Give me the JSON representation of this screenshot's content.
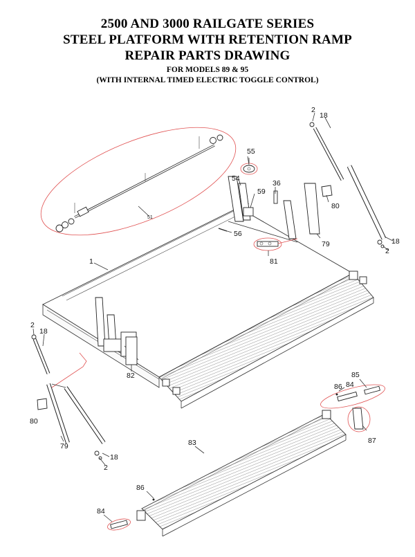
{
  "header": {
    "line1": "2500 AND 3000 RAILGATE SERIES",
    "line2": "STEEL PLATFORM WITH RETENTION RAMP",
    "line3": "REPAIR PARTS DRAWING",
    "line4": "FOR MODELS 89 & 95",
    "line5": "(WITH INTERNAL TIMED ELECTRIC TOGGLE CONTROL)"
  },
  "callouts": {
    "p1": "1",
    "p2a": "2",
    "p2b": "2",
    "p2c": "2",
    "p2d": "2",
    "p18a": "18",
    "p18b": "18",
    "p18c": "18",
    "p18d": "18",
    "p36": "36",
    "p51": "51",
    "p54": "54",
    "p55": "55",
    "p56": "56",
    "p59": "59",
    "p79a": "79",
    "p79b": "79",
    "p80a": "80",
    "p80b": "80",
    "p81": "81",
    "p82": "82",
    "p83": "83",
    "p84a": "84",
    "p84b": "84",
    "p85": "85",
    "p86a": "86",
    "p86b": "86",
    "p87": "87"
  }
}
